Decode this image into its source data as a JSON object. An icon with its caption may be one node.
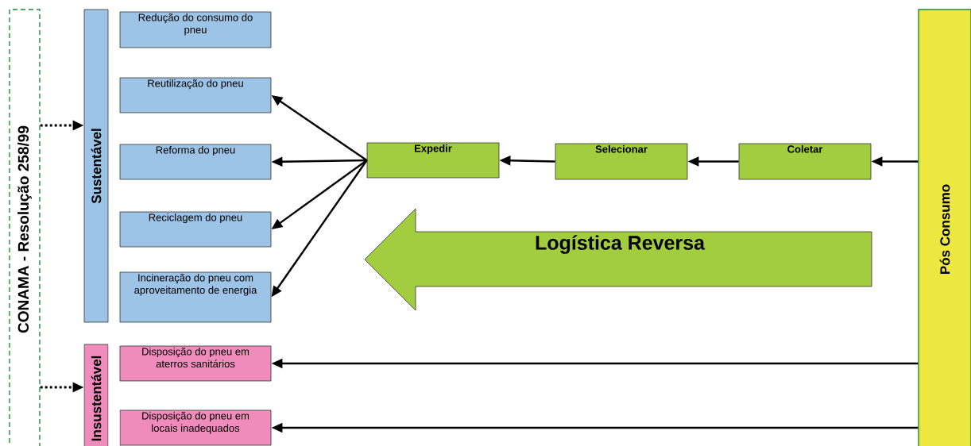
{
  "diagram": {
    "nodes": [
      {
        "text": [
          "CONAMA - Resolução 258/99"
        ]
      },
      {
        "text": [
          "Sustentável"
        ]
      },
      {
        "text": [
          "Redução do consumo do pneu"
        ]
      },
      {
        "text": [
          "Reutilização do pneu"
        ]
      },
      {
        "text": [
          "Reforma do pneu"
        ]
      },
      {
        "text": [
          "Reciclagem do pneu"
        ]
      },
      {
        "text": [
          "Incineração do pneu com aproveitamento de energia"
        ]
      },
      {
        "text": [
          "Insustentável"
        ]
      },
      {
        "text": [
          "Disposição do pneu em aterros sanitários"
        ]
      },
      {
        "text": [
          "Disposição do pneu em locais inadequados"
        ]
      },
      {
        "text": [
          "Expedir"
        ]
      },
      {
        "text": [
          "Selecionar"
        ]
      },
      {
        "text": [
          "Coletar"
        ]
      },
      {
        "text": [
          "Logística Reversa"
        ]
      },
      {
        "text": [
          "Pós Consumo"
        ]
      }
    ],
    "edges": [
      {
        "from": 0,
        "to": 1,
        "arrow": "to",
        "style": "dashed"
      },
      {
        "from": 0,
        "to": 7,
        "arrow": "to",
        "style": "dashed"
      },
      {
        "from": 14,
        "to": 12,
        "arrow": "to"
      },
      {
        "from": 12,
        "to": 11,
        "arrow": "to"
      },
      {
        "from": 11,
        "to": 10,
        "arrow": "to"
      },
      {
        "from": 10,
        "to": 3,
        "arrow": "to"
      },
      {
        "from": 10,
        "to": 4,
        "arrow": "to"
      },
      {
        "from": 10,
        "to": 5,
        "arrow": "to"
      },
      {
        "from": 10,
        "to": 6,
        "arrow": "to"
      },
      {
        "from": 14,
        "to": 8,
        "arrow": "to"
      },
      {
        "from": 14,
        "to": 9,
        "arrow": "to"
      }
    ]
  }
}
